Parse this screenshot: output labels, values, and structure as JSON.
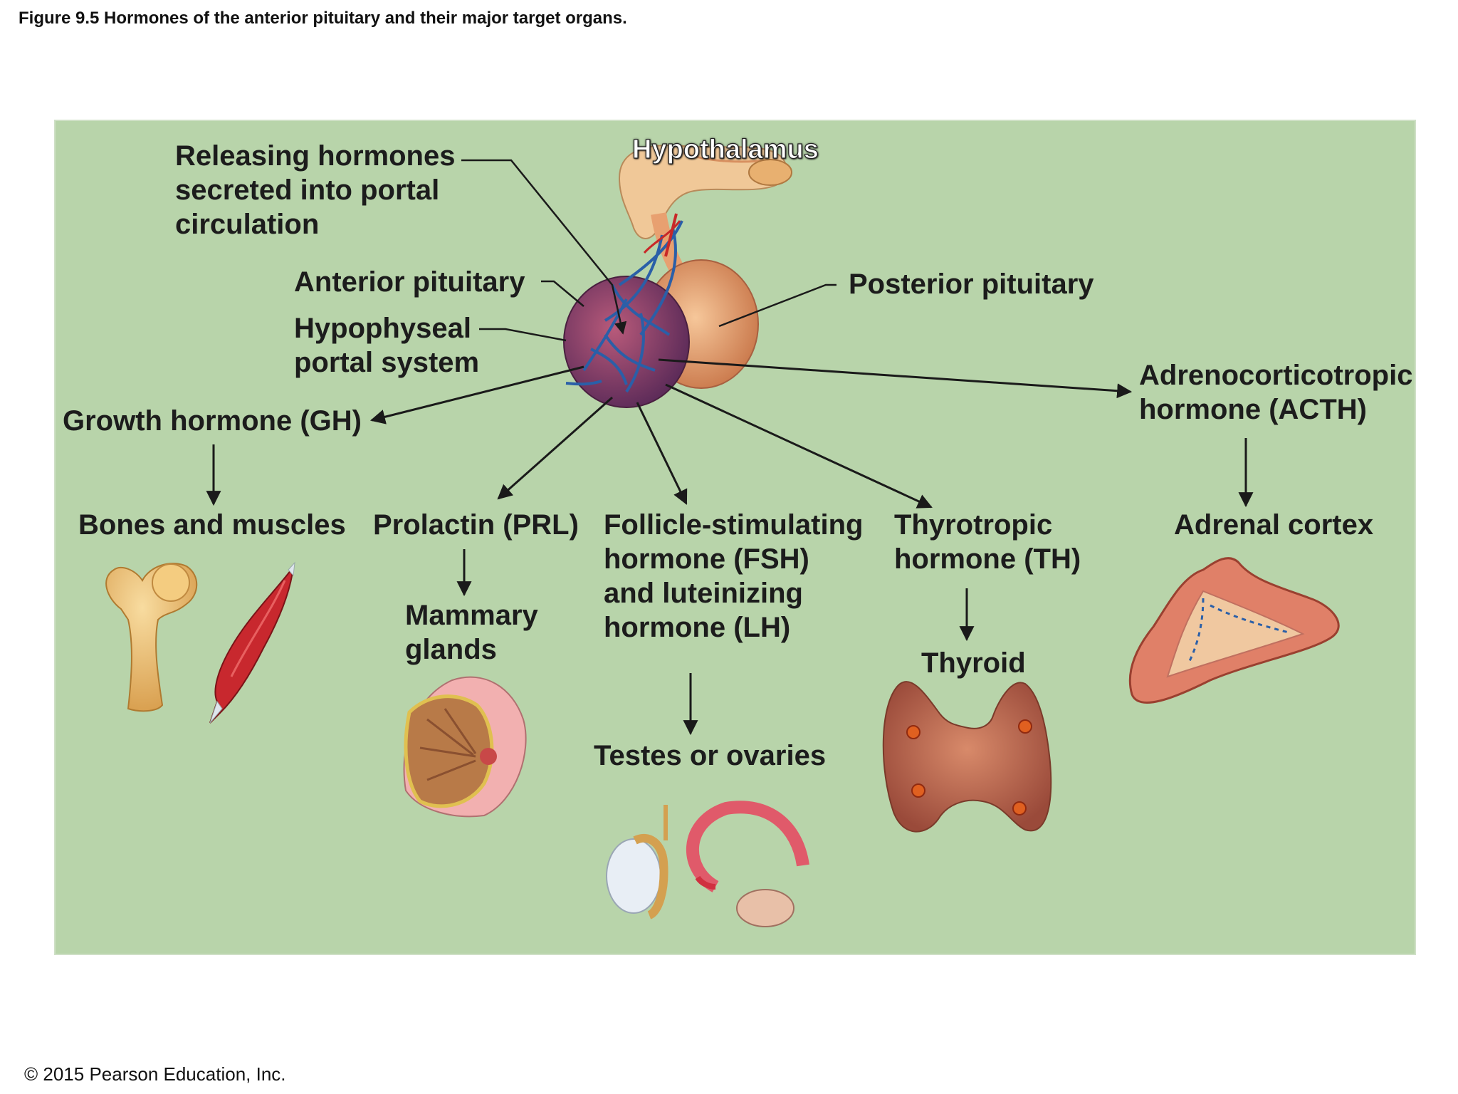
{
  "caption": "Figure 9.5 Hormones of the anterior pituitary and their major target organs.",
  "copyright": "© 2015 Pearson Education, Inc.",
  "colors": {
    "panel": "#b8d4aa",
    "pituitary_anterior": "#8a3a5a",
    "pituitary_posterior": "#e8a070",
    "portal_vessels": "#2a5fa8",
    "arrow": "#1a1a1a"
  },
  "labels": {
    "hypothalamus": "Hypothalamus",
    "releasing": "Releasing hormones\nsecreted into portal\ncirculation",
    "anterior_pituitary": "Anterior pituitary",
    "hypophyseal": "Hypophyseal\nportal system",
    "posterior_pituitary": "Posterior pituitary",
    "gh": "Growth hormone (GH)",
    "acth": "Adrenocorticotropic\nhormone (ACTH)",
    "bones_muscles": "Bones and muscles",
    "prl": "Prolactin (PRL)",
    "mammary": "Mammary\nglands",
    "fsh_lh": "Follicle-stimulating\nhormone (FSH)\nand luteinizing\nhormone (LH)",
    "testes_ovaries": "Testes or ovaries",
    "th": "Thyrotropic\nhormone (TH)",
    "thyroid": "Thyroid",
    "adrenal": "Adrenal cortex"
  },
  "icons": [
    "hypothalamus-illustration",
    "pituitary-illustration",
    "bone-icon",
    "muscle-icon",
    "mammary-gland-icon",
    "testis-icon",
    "ovary-icon",
    "thyroid-icon",
    "adrenal-gland-icon"
  ]
}
